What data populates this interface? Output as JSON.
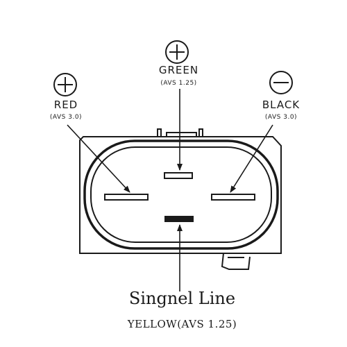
{
  "terminals": {
    "green": {
      "wire": "GREEN",
      "spec": "(AVS 1.25)",
      "polarity_symbol": "+"
    },
    "red": {
      "wire": "RED",
      "spec": "(AVS 3.0)",
      "polarity_symbol": "+"
    },
    "black": {
      "wire": "BLACK",
      "spec": "(AVS 3.0)",
      "polarity_symbol": "−"
    }
  },
  "signal": {
    "title": "Singnel Line",
    "spec": "YELLOW(AVS 1.25)"
  },
  "colors": {
    "line": "#1a1a1a",
    "background": "#ffffff"
  }
}
